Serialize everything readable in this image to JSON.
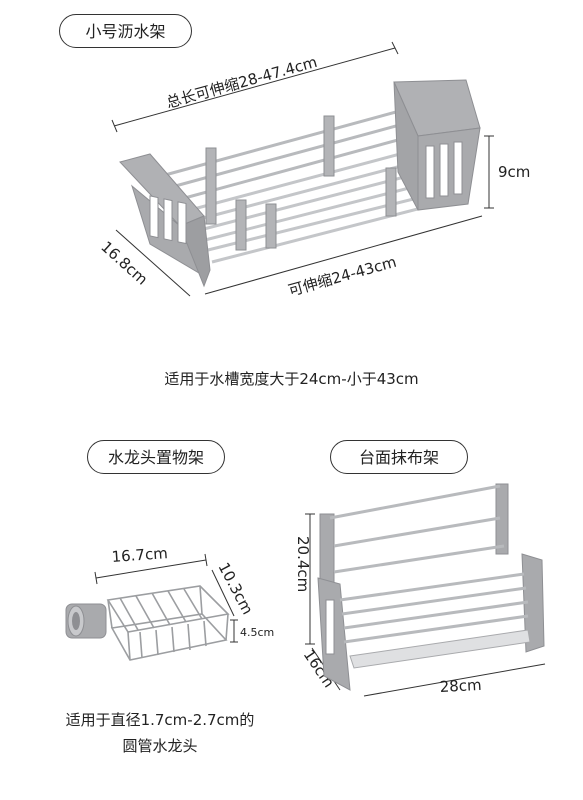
{
  "sections": {
    "small_rack": {
      "label": "小号沥水架",
      "total_length": "总长可伸缩28-47.4cm",
      "extendable": "可伸缩24-43cm",
      "height": "9cm",
      "depth": "16.8cm",
      "fit_note": "适用于水槽宽度大于24cm-小于43cm"
    },
    "faucet_rack": {
      "label": "水龙头置物架",
      "width": "16.7cm",
      "depth": "10.3cm",
      "height": "4.5cm",
      "fit_note_line1": "适用于直径1.7cm-2.7cm的",
      "fit_note_line2": "圆管水龙头"
    },
    "counter_rack": {
      "label": "台面抹布架",
      "height": "20.4cm",
      "depth": "16cm",
      "width": "28cm"
    }
  },
  "colors": {
    "frame_gray": "#a9aaad",
    "frame_dark": "#8e8f93",
    "steel": "#c9cbce",
    "line": "#333333"
  }
}
